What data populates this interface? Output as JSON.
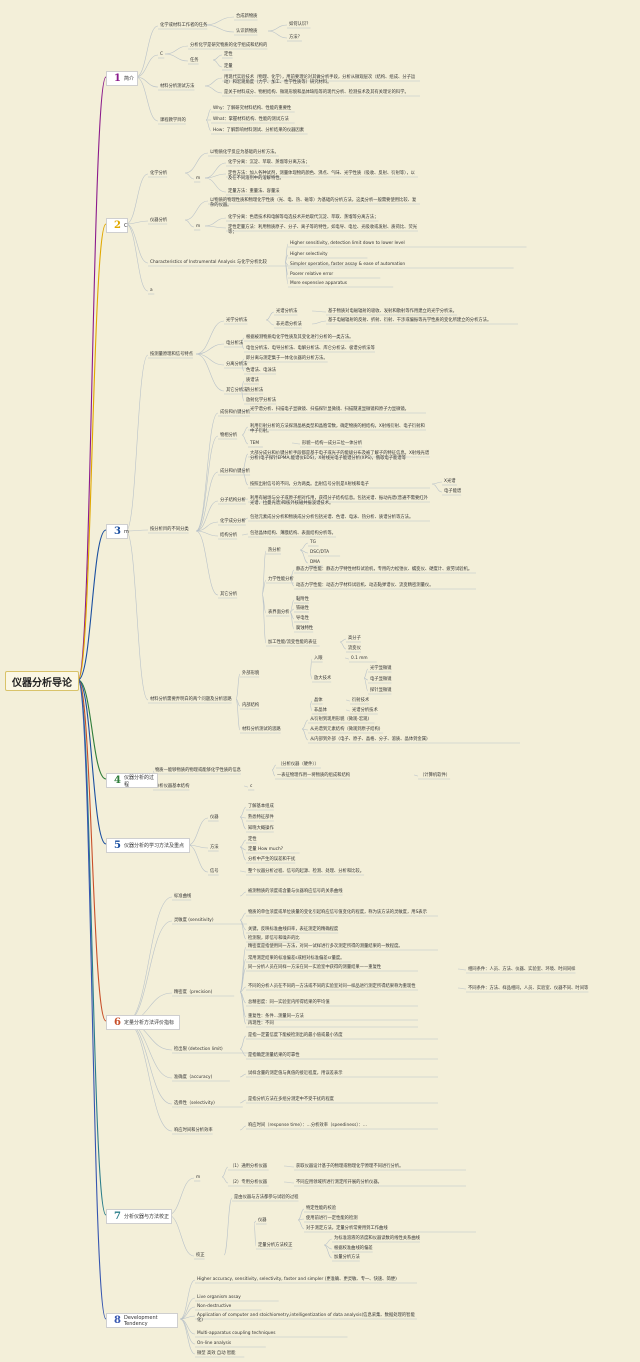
{
  "root": "仪器分析导论",
  "colors": {
    "line": "#b9c2c9",
    "s1": "#8b1a8b",
    "s2": "#e0a800",
    "s3": "#1a4fa0",
    "s4": "#2f7d3a",
    "s5": "#1a4fa0",
    "s6": "#c8502a",
    "s7": "#2a7d8a",
    "s8": "#3555b0"
  },
  "sections": [
    {
      "num": "1",
      "label": "简介"
    },
    {
      "num": "2",
      "label": "C"
    },
    {
      "num": "3",
      "label": "m"
    },
    {
      "num": "4",
      "label": "仪器分析的过程"
    },
    {
      "num": "5",
      "label": "仪器分析的学习方法及重点"
    },
    {
      "num": "6",
      "label": "定量分析方法评价指标"
    },
    {
      "num": "7",
      "label": "分析仪器与方法校正"
    },
    {
      "num": "8",
      "label": "Development Tendency"
    }
  ],
  "nodes": [
    "化学或材料工作者的任务",
    "合成新物质",
    "认识新物质",
    "如何认识？",
    "方法？",
    "C",
    "分析化学是研究物质的化学组成和结构的",
    "任务",
    "定性",
    "定量",
    "材料分析测试方法",
    "用现代实验技术（物理、化学），用前要理论对其做分析手段，分析从微观层次（结构、组成、分子运动）和宏观角度（力学、加工、性学性质等）研究材料。",
    "是关于材料成分、物相结构、微观形貌和晶体缺陷等的现代分析、检测技术及其有关理论的科学。",
    "课程教学目的",
    "Why：了解研究材料结构、性能的重要性",
    "What：掌握材料结构、性能的测试方法",
    "How：了解影响材料测试、分析结果的仪器因素",
    "化学分析",
    "以物质化学反应为基础的分析方法。",
    "m",
    "化学分离：沉淀、萃取、蒸馏等分离方法；",
    "定性方法：加入各种试剂，测量体现物的颜色、沸点、气味、光学性质（吸收、反射、衍射等），以及在不同溶剂中的溶解特性。",
    "定量方法：重量法、容量法",
    "仪器分析",
    "以物质的物理性质和物理化学性质（光、电、热、磁等）为基础的分析方法，这类分析一般需要使用比较、复杂的仪器。",
    "m",
    "化学分离：色谱技术和电解等电选技术开始取代沉淀、萃取、蒸馏等分离方法；",
    "定性定量方法：利用物质原子、分子、离子等的特性，如电导、电位、光吸收或发射、质荷比、荧光等；",
    "Characteristics of Instrumental Analysis 与化学分析比较",
    "Higher sensitivity, detection limit down to lower level",
    "Higher selectivity",
    "Simpler operation, faster assay & ease of automation",
    "Poorer relative error",
    "More expensive apparatus",
    "a",
    "按测量原理和信号特点",
    "光学分析法",
    "光谱分析法",
    "基于物质对电磁辐射的吸收、发射和散射等作用建立的光学分析法。",
    "非光谱分析法",
    "基于电磁辐射的反射、折射、衍射、干涉或偏振等光学性质的变化所建立的分析方法。",
    "电分析法",
    "根据被测物质电化学性质及其变化进行分析的一类方法。",
    "电位分析法、电导分析法、电解分析法、库仑分析法、极谱分析法等",
    "分离分析法",
    "即分离与测定集于一体化仪器的分析方法。",
    "色谱法、电泳法",
    "其它分析法",
    "质谱法",
    "热分析法",
    "放射化学分析法",
    "按分析目的不同分类",
    "成份和价键分析",
    "光学谱分析、扫描电子显微镜、扫描探针显微镜、扫描隧道显微镜和原子力显微镜。",
    "物相分析",
    "利用衍射分析的方法探测晶格类型和晶胞常数，确定物质的相结构。X射线衍射、电子衍射和中子衍射。",
    "TEM",
    "形貌—结构—成分三位一体分析",
    "成分和价键分析",
    "大部分成分和价键分析手段都是基于电子或光子的能级分布及被了解子的特征信息。X射线光谱分析(电子探针EPMA,能谱仪EDS)，X射线光电子能谱分析(XPS)，俄歇电子能谱等",
    "按照出射信号的不同，分为两类。出射信号分别是X射线和电子",
    "X光谱",
    "电子能谱",
    "分子结构分析",
    "利用有磁场与分子或原子相对作用，获得分子结构信息。包括光谱、振动光谱(普通不需要红外光谱、拉曼光谱)和核外核磁共振波谱技术。",
    "化学成分分析",
    "包括元素成分分析和物质成分分析包括光谱、色谱、电泳、热分析、质谱分析等方法。",
    "结构分析",
    "包括晶体结构、薄膜结构、表面结构分析等。",
    "其它分析",
    "热分析",
    "TG",
    "DSC/DTA",
    "DMA",
    "力学性能分析",
    "静态力学性能：静态力学特性材料试验机，专用的力松弛仪、蠕变仪、硬度计、疲劳试验机。",
    "动态力学性能：动态力学材料试验机、动态黏弹谱仪、流变精密测量仪。",
    "表界面分析",
    "黏附性",
    "铁磁性",
    "导电性",
    "腐蚀特性",
    "加工性能/流变性能的表征",
    "高分子",
    "流变仪",
    "材料分析需要弄明白的两个问题及分析思路",
    "外部形貌",
    "入眼",
    "0.1 mm",
    "放大技术",
    "光学显微镜",
    "电子显微镜",
    "探针显微镜",
    "内部结构",
    "晶体",
    "衍射技术",
    "非晶体",
    "光谱分析技术",
    "材料分析测试的思路",
    "从衍射到现用形貌（微观-宏观)",
    "从光谱到元素结构（微观到原子结构)",
    "从内部到外部（电子、原子、晶格、分子、溶质、晶体到金属)",
    "物质—能够物质的物理或能够化学性质的信息",
    "（分析仪器（硬件））",
    "—表征物理作用—将物质的组成和结构",
    "（计算机软件）",
    "分析仪器基本结构",
    "c",
    "仪器",
    "了解基本组成",
    "熟悉特征部件",
    "知晓大概操作",
    "方法",
    "定性",
    "定量 How much?",
    "分析中产生的误差和干扰",
    "信号",
    "整个仪器分析过程、信号的起源、检测、处理、分析和比较。",
    "标准曲线",
    "被测物质的浓度或含量与仪器响应信号的关系曲线",
    "灵敏度 (sensitivity)",
    "物质的单位浓度或单位质量的变化引起响应信号值变化的程度，称为该方法的灵敏度，用S表示",
    "关键。反映标准曲线斜率，表征测定的精确程度",
    "检测限，即信号和噪声的比",
    "精密度（precision)",
    "精密度是指使用同一方法，对同一试样进行多次测定所得的测量结果的一致程度。",
    "常用测定结果的标准偏差s或相对标准偏差sr量度。",
    "同一分析人员在同样一方法在同一实验室中获得的测量结果——重复性",
    "相同条件：人员、方法、仪器、实验室、环境、时间同样",
    "不同的分析人员在不同的一方法或不同的实验室对同一样品进行测定所得结果称为重现性",
    "不同条件：方法、样品相同，人员、实验室、仪器不同、时间等",
    "总精密度：同一实验室内所得结果的平均值",
    "重复性：条件…测量同一方法",
    "再现性：不同",
    "检出限 (detection limit)",
    "是指一定置信度下能被检测出的最小值或最小浓度",
    "是指确定测量结果的可靠性",
    "准确度（accuracy)",
    "试样含量的测定值与真值的接近程度，用误差表示",
    "选择性（selectivity)",
    "是指分析方法在多组分测定中不受干扰的程度",
    "响应时间和分析效率",
    "响应时间（response time）：…分析效率（speediness）：…",
    "m",
    "（1）通用分析仪器",
    "获取仪器设计基于的物理或物理化学原理不同进行分析。",
    "（2）专用分析仪器",
    "不同应用领域所进行测定所开展的分析仪器。",
    "校正",
    "是由仪器与方法都参与试验的过程",
    "仪器",
    "特定性能的校验",
    "使用前进行一定性能的检测",
    "对于测定方法，定量分析常要用到工作曲线",
    "定量分析方法校正",
    "为标准溶液的浓度和仪器读数的线性关系曲线",
    "根据校准曲线的偏差",
    "加量分析方法",
    "Higher accuracy, sensitivity, selectivity, faster and simpler (更准确、更灵敏、专一、快速、简便)",
    "Live organism assay",
    "Non-destructive",
    "Application of computer and stoichiometry,intelligentization of data analysis(信息采集、数据处理的智能化)",
    "Multi-apparatus coupling techniques",
    "On-line analysis",
    "微型 高效 自动 智能"
  ]
}
